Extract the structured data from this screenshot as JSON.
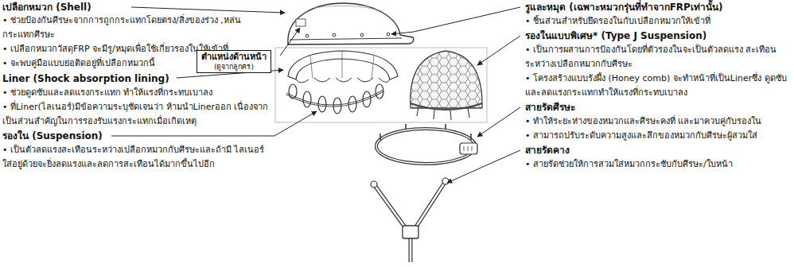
{
  "diagram": {
    "nodes": [
      {
        "text": [
          "ตำแหน่งด้านหน้า",
          "(ดูจากลูกศร)"
        ]
      }
    ],
    "labels": [
      "เปลือกหมวก (Shell)",
      "• ช่วยป้องกันศีรษะจากการถูกกระแทกโดยตรง/สิ่งของร่วง ,หล่นกระแทกศีรษะ",
      "• เปลือกหมวกวัสดุFRP จะมีรู/หมุดเพื่อใช้เกี่ยวรองในให้เข้าที่",
      "• จะพบคู่มือแบบย่อติดอยู่ที่เปลือกหมวกนี้",
      "Liner (Shock absorption lining)",
      "• ช่วยดูดซับและลดแรงกระแทก ทำให้แรงที่กระทบเบาลง",
      "• ที่Liner(ไลเนอร์)มีข้อความระบุชัดเจนว่า ห้ามนำLinerออก เนื่องจากเป็นส่วนสำคัญในการรองรับแรงกระแทกเมื่อเกิดเหตุ",
      "รองใน (Suspension)",
      "• เป็นตัวลดแรงสะเทือนระหว่างเปลือกหมวกกับศีรษะและถ้ามี ไลเนอร์ ใส่อยู่ด้วยจะยิ่งลดแรงและลดการสะเทือนได้มากขึ้นไปอีก",
      "รูและหมุด (เฉพาะหมวกรุ่นที่ทำจากFRPเท่านั้น)",
      "• ชิ้นส่วนสำหรับยึดรองในกับเปลือกหมวกให้เข้าที่",
      "รองในแบบพิเศษ* (Type J Suspension)",
      "• เป็นการผสานการป้องกันโดยที่ตัวรองในจะเป็นตัวลดแรง สะเทือนระหว่างเปลือกหมวกกับศีรษะ",
      "• โครงสร้างแบบรังผึ้ง (Honey comb) จะทำหน้าที่เป็นLinerซึ่ง ดูดซับและลดแรงกระแทกทำให้แรงที่กระทบเบาลง",
      "สายรัดศีรษะ",
      "• ทำให้ระยะห่างของหมวกและศีรษะคงที่ และมาควบคู่กับรองใน",
      "• สามารถปรับระดับความสูงและลึกของหมวกกับศีรษะผู้สวมใส่",
      "สายรัดคาง",
      "• สายรัดช่วยให้การสวมใส่หมวกกระชับกับศีรษะ/ใบหน้า"
    ]
  }
}
